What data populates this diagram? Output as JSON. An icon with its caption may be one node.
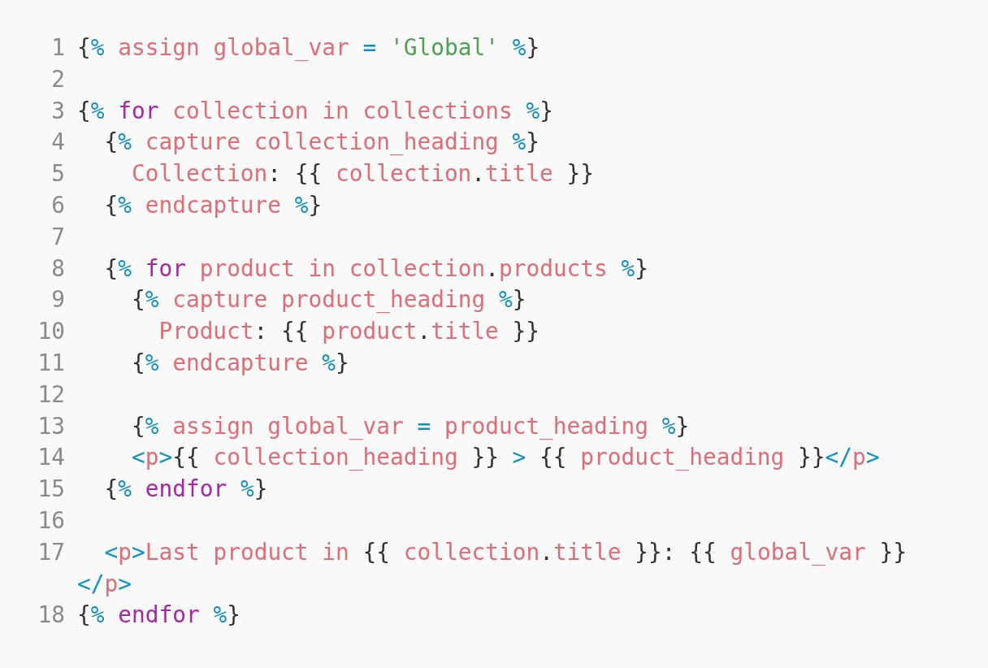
{
  "diagram": {
    "labels": [
      "1",
      "{% assign global_var = 'Global' %}",
      "2",
      "3",
      "{% for collection in collections %}",
      "4",
      "  {% capture collection_heading %}",
      "5",
      "    Collection: {{ collection.title }}",
      "6",
      "  {% endcapture %}",
      "7",
      "8",
      "  {% for product in collection.products %}",
      "9",
      "    {% capture product_heading %}",
      "10",
      "      Product: {{ product.title }}",
      "11",
      "    {% endcapture %}",
      "12",
      "13",
      "    {% assign global_var = product_heading %}",
      "14",
      "    <p>{{ collection_heading }} > {{ product_heading }}</p>",
      "15",
      "  {% endfor %}",
      "16",
      "17",
      "  <p>Last product in {{ collection.title }}: {{ global_var }}",
      "</p>",
      "18",
      "{% endfor %}"
    ]
  }
}
